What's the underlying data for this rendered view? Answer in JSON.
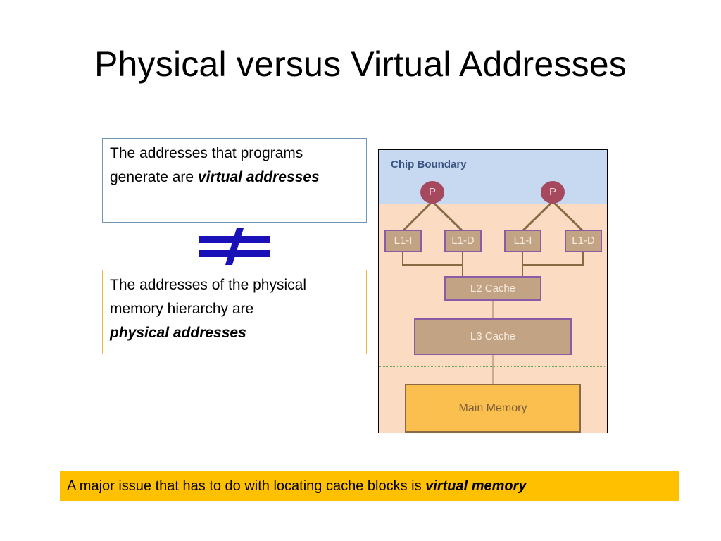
{
  "slide": {
    "title": "Physical versus Virtual Addresses",
    "virtual_box": {
      "line1": "The addresses that programs",
      "line2_prefix": "generate are ",
      "line2_emphasis": "virtual addresses"
    },
    "not_equal_symbol": "not-equal-icon",
    "physical_box": {
      "line1": "The addresses of the physical",
      "line2": "memory hierarchy are",
      "line3_emphasis": "physical addresses"
    },
    "diagram": {
      "chip_boundary_label": "Chip Boundary",
      "processors": [
        "P",
        "P"
      ],
      "l1_caches": [
        "L1-I",
        "L1-D",
        "L1-I",
        "L1-D"
      ],
      "l2_label": "L2 Cache",
      "l3_label": "L3 Cache",
      "main_memory_label": "Main Memory"
    },
    "footer": {
      "prefix": "A major issue that has to do with locating cache blocks is ",
      "emphasis": "virtual memory"
    },
    "colors": {
      "footer_bg": "#ffc000",
      "not_equal": "#1a10b8",
      "chip_boundary_bg": "#c6d9f1",
      "die_bg": "#fbdcc2",
      "processor": "#a6485e",
      "cache_box": "#c2a485",
      "main_memory": "#fbbf4f"
    }
  }
}
